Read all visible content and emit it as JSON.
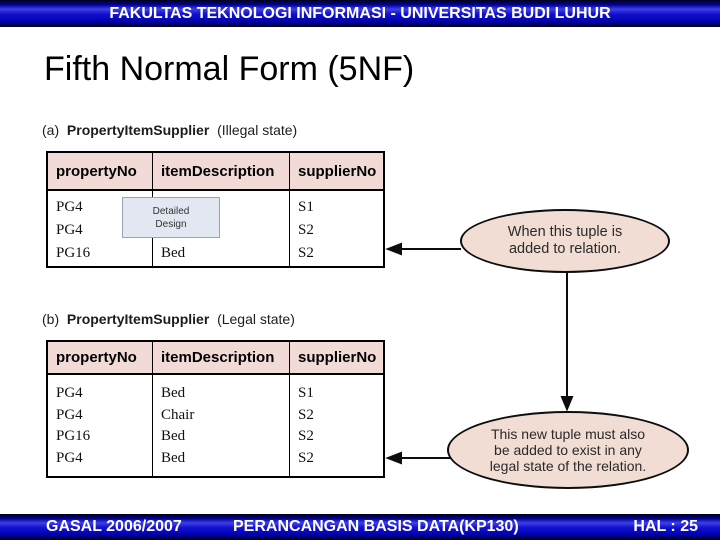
{
  "header": {
    "text": "FAKULTAS TEKNOLOGI INFORMASI - UNIVERSITAS BUDI LUHUR"
  },
  "title": "Fifth Normal Form (5NF)",
  "figure": {
    "part_a": {
      "prefix": "(a)",
      "name": "PropertyItemSupplier",
      "state": "(Illegal state)",
      "columns": [
        "propertyNo",
        "itemDescription",
        "supplierNo"
      ],
      "rows": [
        [
          "PG4",
          "",
          "S1"
        ],
        [
          "PG4",
          "",
          "S2"
        ],
        [
          "PG16",
          "Bed",
          "S2"
        ]
      ],
      "overlay": {
        "line1": "Detailed",
        "line2": "Design"
      }
    },
    "part_b": {
      "prefix": "(b)",
      "name": "PropertyItemSupplier",
      "state": "(Legal state)",
      "columns": [
        "propertyNo",
        "itemDescription",
        "supplierNo"
      ],
      "rows": [
        [
          "PG4",
          "Bed",
          "S1"
        ],
        [
          "PG4",
          "Chair",
          "S2"
        ],
        [
          "PG16",
          "Bed",
          "S2"
        ],
        [
          "PG4",
          "Bed",
          "S2"
        ]
      ]
    },
    "callout1": {
      "line1": "When this tuple is",
      "line2": "added to relation."
    },
    "callout2": {
      "line1": "This new tuple must also",
      "line2": "be added to exist in any",
      "line3": "legal state of the relation."
    }
  },
  "footer": {
    "left": "GASAL 2006/2007",
    "center": "PERANCANGAN BASIS DATA(KP130)",
    "right": "HAL : 25"
  },
  "colors": {
    "bar_blue": "#1212cf",
    "table_header_fill": "#f2dbd7",
    "callout_fill": "#f1ddd3",
    "overlay_fill": "#e2e7f1",
    "line_black": "#0d0d0d"
  }
}
